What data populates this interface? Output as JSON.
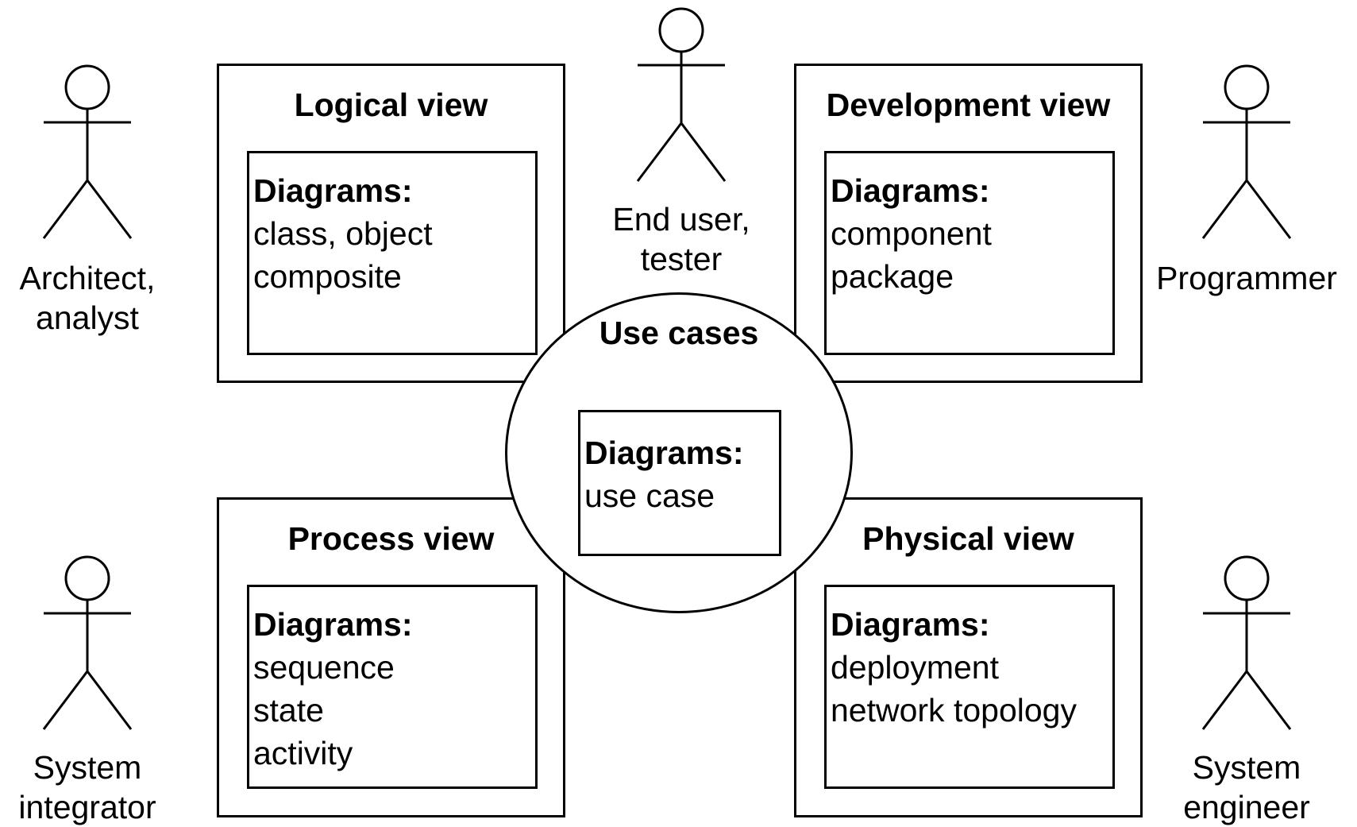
{
  "views": {
    "logical": {
      "title": "Logical view",
      "diagrams_label": "Diagrams:",
      "items": [
        "class, object",
        "composite"
      ]
    },
    "development": {
      "title": "Development view",
      "diagrams_label": "Diagrams:",
      "items": [
        "component",
        "package"
      ]
    },
    "process": {
      "title": "Process view",
      "diagrams_label": "Diagrams:",
      "items": [
        "sequence",
        "state",
        "activity"
      ]
    },
    "physical": {
      "title": "Physical view",
      "diagrams_label": "Diagrams:",
      "items": [
        "deployment",
        "network topology"
      ]
    }
  },
  "use_cases": {
    "title": "Use cases",
    "diagrams_label": "Diagrams:",
    "items": [
      "use case"
    ]
  },
  "actors": {
    "architect": {
      "lines": [
        "Architect,",
        "analyst"
      ]
    },
    "end_user": {
      "lines": [
        "End user,",
        "tester"
      ]
    },
    "programmer": {
      "lines": [
        "Programmer"
      ]
    },
    "system_integrator": {
      "lines": [
        "System",
        "integrator"
      ]
    },
    "system_engineer": {
      "lines": [
        "System",
        "engineer"
      ]
    }
  }
}
